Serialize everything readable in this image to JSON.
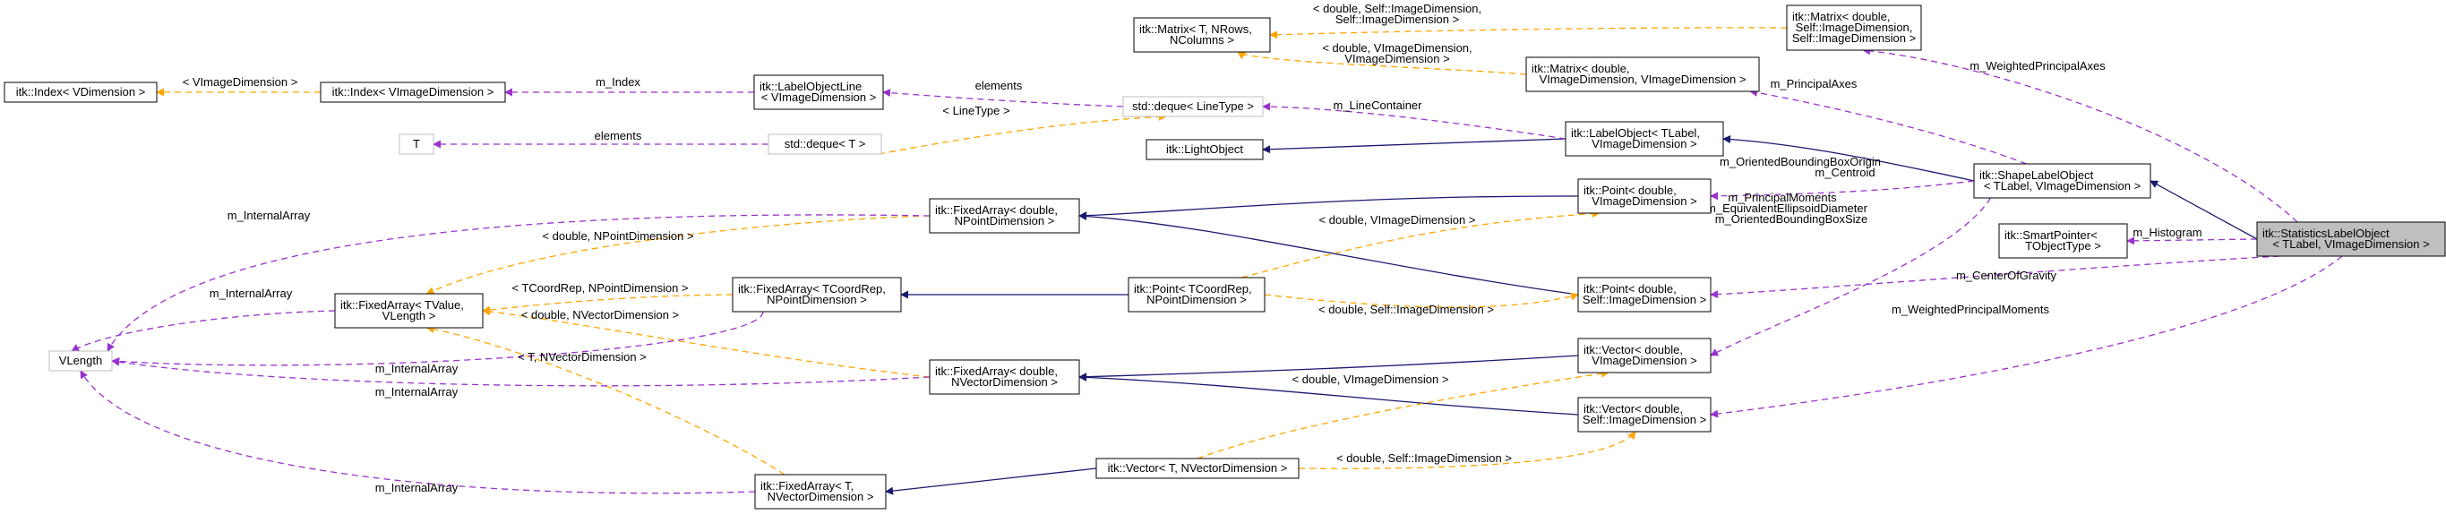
{
  "diagram": {
    "nodes": [
      {
        "id": "statistics",
        "name": "statistics-label-object-node",
        "lines": [
          "itk::StatisticsLabelObject",
          "< TLabel, VImageDimension >"
        ],
        "style": "focus"
      },
      {
        "id": "shape",
        "name": "shape-label-object-node",
        "lines": [
          "itk::ShapeLabelObject",
          "< TLabel, VImageDimension >"
        ],
        "style": "normal"
      },
      {
        "id": "smartptr",
        "name": "smart-pointer-node",
        "lines": [
          "itk::SmartPointer<",
          "TObjectType >"
        ],
        "style": "normal"
      },
      {
        "id": "matrix_si",
        "name": "matrix-self-image-dimension-node",
        "lines": [
          "itk::Matrix< double,",
          "Self::ImageDimension,",
          "Self::ImageDimension >"
        ],
        "style": "normal"
      },
      {
        "id": "matrix_v",
        "name": "matrix-vimage-dimension-node",
        "lines": [
          "itk::Matrix< double,",
          "VImageDimension, VImageDimension >"
        ],
        "style": "normal"
      },
      {
        "id": "matrix_t",
        "name": "matrix-template-node",
        "lines": [
          "itk::Matrix< T, NRows,",
          "NColumns >"
        ],
        "style": "normal"
      },
      {
        "id": "labelobject",
        "name": "label-object-node",
        "lines": [
          "itk::LabelObject< TLabel,",
          "VImageDimension >"
        ],
        "style": "normal"
      },
      {
        "id": "lightobject",
        "name": "light-object-node",
        "lines": [
          "itk::LightObject"
        ],
        "style": "normal"
      },
      {
        "id": "deque_line",
        "name": "deque-line-type-node",
        "lines": [
          "std::deque< LineType >"
        ],
        "style": "grey"
      },
      {
        "id": "deque_t",
        "name": "deque-template-node",
        "lines": [
          "std::deque< T >"
        ],
        "style": "grey"
      },
      {
        "id": "tnode",
        "name": "t-node",
        "lines": [
          "T"
        ],
        "style": "grey"
      },
      {
        "id": "labelobjectline",
        "name": "label-object-line-node",
        "lines": [
          "itk::LabelObjectLine",
          "< VImageDimension >"
        ],
        "style": "normal"
      },
      {
        "id": "index_v",
        "name": "index-vimage-dimension-node",
        "lines": [
          "itk::Index< VImageDimension >"
        ],
        "style": "normal"
      },
      {
        "id": "index_d",
        "name": "index-vdimension-node",
        "lines": [
          "itk::Index< VDimension >"
        ],
        "style": "normal"
      },
      {
        "id": "point_v",
        "name": "point-vimage-dimension-node",
        "lines": [
          "itk::Point< double,",
          "VImageDimension >"
        ],
        "style": "normal"
      },
      {
        "id": "point_si",
        "name": "point-self-image-dimension-node",
        "lines": [
          "itk::Point< double,",
          "Self::ImageDimension >"
        ],
        "style": "normal"
      },
      {
        "id": "point_t",
        "name": "point-template-node",
        "lines": [
          "itk::Point< TCoordRep,",
          "NPointDimension >"
        ],
        "style": "normal"
      },
      {
        "id": "fixed_pd",
        "name": "fixed-array-npoint-dimension-node",
        "lines": [
          "itk::FixedArray< double,",
          "NPointDimension >"
        ],
        "style": "normal"
      },
      {
        "id": "fixed_tcr",
        "name": "fixed-array-tcoordrep-node",
        "lines": [
          "itk::FixedArray< TCoordRep,",
          "NPointDimension >"
        ],
        "style": "normal"
      },
      {
        "id": "fixed_tv",
        "name": "fixed-array-tvalue-node",
        "lines": [
          "itk::FixedArray< TValue,",
          "VLength >"
        ],
        "style": "normal"
      },
      {
        "id": "fixed_vd",
        "name": "fixed-array-nvector-dimension-node",
        "lines": [
          "itk::FixedArray< double,",
          "NVectorDimension >"
        ],
        "style": "normal"
      },
      {
        "id": "fixed_t",
        "name": "fixed-array-template-t-node",
        "lines": [
          "itk::FixedArray< T,",
          "NVectorDimension >"
        ],
        "style": "normal"
      },
      {
        "id": "vlength",
        "name": "vlength-node",
        "lines": [
          "VLength"
        ],
        "style": "grey"
      },
      {
        "id": "vector_v",
        "name": "vector-vimage-dimension-node",
        "lines": [
          "itk::Vector< double,",
          "VImageDimension >"
        ],
        "style": "normal"
      },
      {
        "id": "vector_si",
        "name": "vector-self-image-dimension-node",
        "lines": [
          "itk::Vector< double,",
          "Self::ImageDimension >"
        ],
        "style": "normal"
      },
      {
        "id": "vector_t",
        "name": "vector-template-node",
        "lines": [
          "itk::Vector< T, NVectorDimension >"
        ],
        "style": "normal"
      }
    ],
    "edges": [
      {
        "name": "edge-shape-to-statistics",
        "type": "inherit",
        "label": []
      },
      {
        "name": "edge-smartptr-to-statistics",
        "type": "member",
        "label": [
          "m_Histogram"
        ]
      },
      {
        "name": "edge-matrix-si-to-statistics",
        "type": "member",
        "label": [
          "m_WeightedPrincipalAxes"
        ]
      },
      {
        "name": "edge-point-si-to-statistics",
        "type": "member",
        "label": [
          "m_CenterOfGravity"
        ]
      },
      {
        "name": "edge-vector-si-to-statistics",
        "type": "member",
        "label": [
          "m_WeightedPrincipalMoments"
        ]
      },
      {
        "name": "edge-labelobject-to-shape",
        "type": "inherit",
        "label": []
      },
      {
        "name": "edge-matrix-v-to-shape",
        "type": "member",
        "label": [
          "m_PrincipalAxes"
        ]
      },
      {
        "name": "edge-point-v-to-shape",
        "type": "member",
        "label": [
          "m_OrientedBoundingBoxOrigin",
          "m_Centroid"
        ]
      },
      {
        "name": "edge-vector-v-to-shape",
        "type": "member",
        "label": [
          "m_PrincipalMoments",
          "m_EquivalentEllipsoidDiameter",
          "m_OrientedBoundingBoxSize"
        ]
      },
      {
        "name": "edge-lightobject-to-labelobject",
        "type": "inherit",
        "label": []
      },
      {
        "name": "edge-deque-line-to-labelobject",
        "type": "member",
        "label": [
          "m_LineContainer"
        ]
      },
      {
        "name": "edge-matrix-t-to-matrix-si",
        "type": "template",
        "label": [
          "< double, Self::ImageDimension,",
          "Self::ImageDimension >"
        ]
      },
      {
        "name": "edge-matrix-t-to-matrix-v",
        "type": "template",
        "label": [
          "< double, VImageDimension,",
          "VImageDimension >"
        ]
      },
      {
        "name": "edge-labelobjectline-to-deque-line",
        "type": "member",
        "label": [
          "elements"
        ]
      },
      {
        "name": "edge-deque-t-to-deque-line",
        "type": "template",
        "label": [
          "< LineType >"
        ]
      },
      {
        "name": "edge-tnode-to-deque-t",
        "type": "member",
        "label": [
          "elements"
        ]
      },
      {
        "name": "edge-index-v-to-labelobjectline",
        "type": "member",
        "label": [
          "m_Index"
        ]
      },
      {
        "name": "edge-index-d-to-index-v",
        "type": "template",
        "label": [
          "< VImageDimension >"
        ]
      },
      {
        "name": "edge-fixed-pd-to-point-v",
        "type": "inherit",
        "label": []
      },
      {
        "name": "edge-fixed-pd-to-point-si",
        "type": "inherit",
        "label": []
      },
      {
        "name": "edge-point-t-to-point-v",
        "type": "template",
        "label": [
          "< double, VImageDimension >"
        ]
      },
      {
        "name": "edge-point-t-to-point-si",
        "type": "template",
        "label": [
          "< double, Self::ImageDimension >"
        ]
      },
      {
        "name": "edge-fixed-tcr-to-point-t",
        "type": "inherit",
        "label": []
      },
      {
        "name": "edge-fixed-tv-to-fixed-pd",
        "type": "template",
        "label": [
          "< double, NPointDimension >"
        ]
      },
      {
        "name": "edge-fixed-tv-to-fixed-tcr",
        "type": "template",
        "label": [
          "< TCoordRep, NPointDimension >"
        ]
      },
      {
        "name": "edge-fixed-tv-to-fixed-vd",
        "type": "template",
        "label": [
          "< double, NVectorDimension >"
        ]
      },
      {
        "name": "edge-fixed-tv-to-fixed-t",
        "type": "template",
        "label": [
          "< T, NVectorDimension >"
        ]
      },
      {
        "name": "edge-fixed-vd-to-vector-v",
        "type": "inherit",
        "label": []
      },
      {
        "name": "edge-fixed-vd-to-vector-si",
        "type": "inherit",
        "label": []
      },
      {
        "name": "edge-vector-t-to-vector-v",
        "type": "template",
        "label": [
          "< double, VImageDimension >"
        ]
      },
      {
        "name": "edge-vector-t-to-vector-si",
        "type": "template",
        "label": [
          "< double, Self::ImageDimension >"
        ]
      },
      {
        "name": "edge-fixed-t-to-vector-t",
        "type": "inherit",
        "label": []
      },
      {
        "name": "edge-vlength-to-fixed-pd",
        "type": "member",
        "label": [
          "m_InternalArray"
        ]
      },
      {
        "name": "edge-vlength-to-fixed-tv",
        "type": "member",
        "label": [
          "m_InternalArray"
        ]
      },
      {
        "name": "edge-vlength-to-fixed-tcr",
        "type": "member",
        "label": [
          "m_InternalArray"
        ]
      },
      {
        "name": "edge-vlength-to-fixed-vd",
        "type": "member",
        "label": [
          "m_InternalArray"
        ]
      },
      {
        "name": "edge-vlength-to-fixed-t",
        "type": "member",
        "label": [
          "m_InternalArray"
        ]
      }
    ]
  }
}
